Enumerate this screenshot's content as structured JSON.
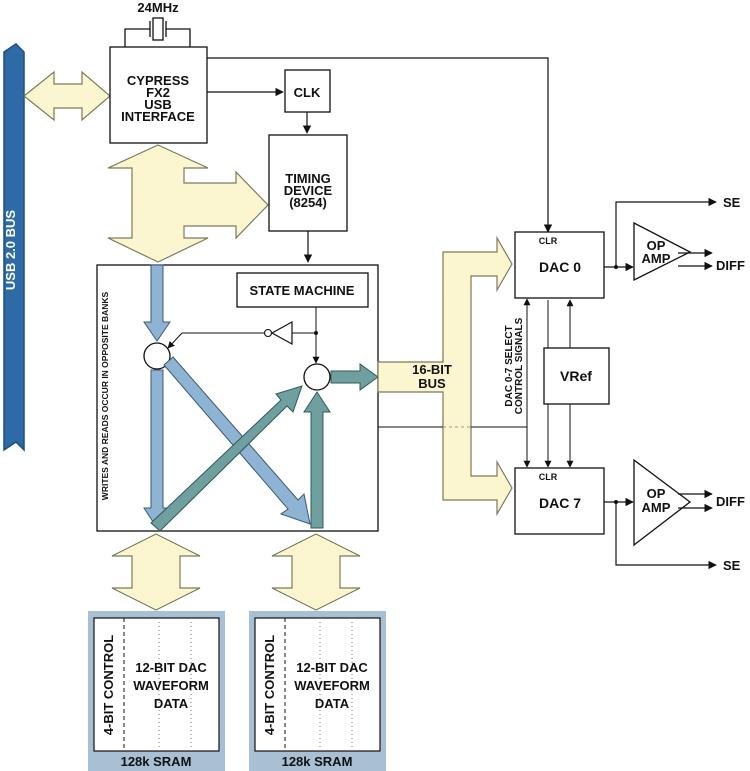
{
  "clock": {
    "freq": "24MHz"
  },
  "usb_bus": {
    "label": "USB 2.0 BUS"
  },
  "cypress": {
    "line1": "CYPRESS",
    "line2": "FX2",
    "line3": "USB",
    "line4": "INTERFACE"
  },
  "clk": {
    "label": "CLK"
  },
  "timing": {
    "line1": "TIMING",
    "line2": "DEVICE",
    "line3": "(8254)"
  },
  "state_machine": {
    "label": "STATE MACHINE"
  },
  "banks_note": "WRITES AND READS OCCUR IN OPPOSITE BANKS",
  "bus16": {
    "line1": "16-BIT",
    "line2": "BUS"
  },
  "dac0": {
    "label": "DAC 0",
    "clr": "CLR"
  },
  "dac7": {
    "label": "DAC 7",
    "clr": "CLR"
  },
  "vref": {
    "label": "VRef"
  },
  "select_note": {
    "line1": "DAC 0-7 SELECT",
    "line2": "CONTROL SIGNALS"
  },
  "opamp_top": {
    "line1": "OP",
    "line2": "AMP",
    "se": "SE",
    "diff": "DIFF"
  },
  "opamp_bottom": {
    "line1": "OP",
    "line2": "AMP",
    "se": "SE",
    "diff": "DIFF"
  },
  "sram_left": {
    "control": "4-BIT CONTROL",
    "line1": "12-BIT DAC",
    "line2": "WAVEFORM",
    "line3": "DATA",
    "caption": "128k SRAM"
  },
  "sram_right": {
    "control": "4-BIT CONTROL",
    "line1": "12-BIT DAC",
    "line2": "WAVEFORM",
    "line3": "DATA",
    "caption": "128k SRAM"
  },
  "colors": {
    "usb_blue": "#2e6aa6",
    "bus_yellow": "#fbf6d0",
    "blue_arrow": "#8fb3d2",
    "teal_arrow": "#6f9f9f",
    "sram_frame": "#a7c0d4"
  }
}
